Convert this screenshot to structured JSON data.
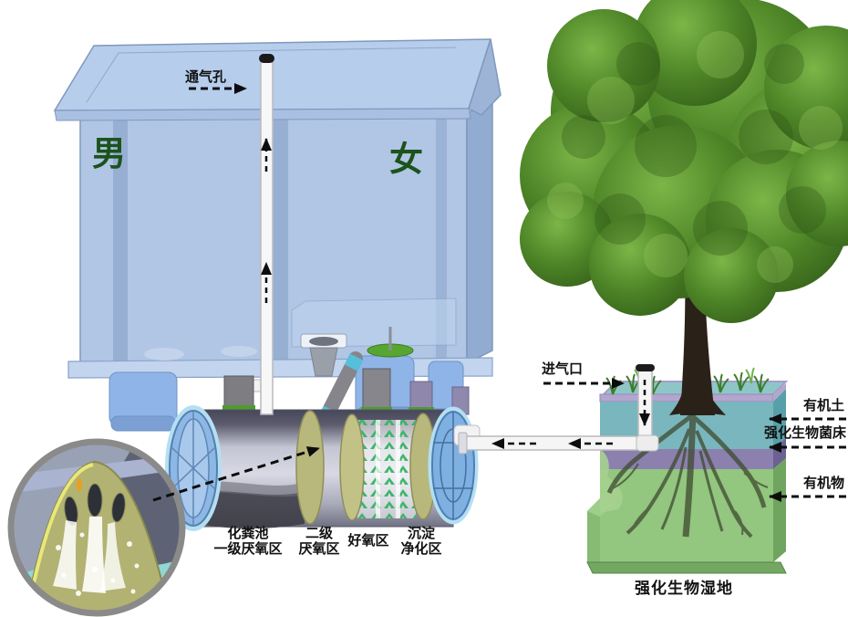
{
  "scene": {
    "building": {
      "male": "男",
      "female": "女"
    },
    "annotations": {
      "vent": "通气孔",
      "air_inlet": "进气口",
      "organic_soil": "有机土",
      "bio_bed": "强化生物菌床",
      "organic_matter": "有机物"
    },
    "tank_zones": [
      {
        "line1": "化粪池",
        "line2": "一级厌氧区"
      },
      {
        "line1": "二级",
        "line2": "厌氧区"
      },
      {
        "line1": "好氧区",
        "line2": ""
      },
      {
        "line1": "沉淀",
        "line2": "净化区"
      }
    ],
    "wetland_title": "强化生物湿地",
    "colors": {
      "building_blue": "#a9c4e4",
      "roof_blue": "#b6cdec",
      "gender_green": "#1c521c",
      "tank_divider_olive": "#b8b87c",
      "media_green": "#35b364",
      "wetland_teal": "#7ab6bd",
      "wetland_purple": "#8b80ae",
      "wetland_green": "#93c67f",
      "tree_green": "#4e8527",
      "pipe_white": "#f5f5f5",
      "label_black": "#111111"
    }
  }
}
